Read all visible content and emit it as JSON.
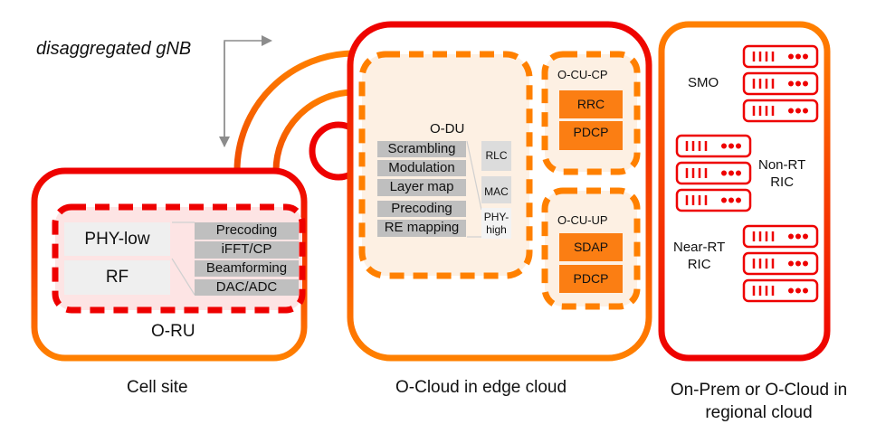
{
  "colors": {
    "red": "#ee0000",
    "orange": "#ff8000",
    "orange_fill": "#fb7e13",
    "gray_fill": "#bfbfbf",
    "light_gray_fill": "#efefef",
    "pink_fill": "#fde4e4",
    "peach_fill": "#fdf0e3",
    "arrow_gray": "#8c8c8c"
  },
  "annotation": {
    "label": "disaggregated gNB"
  },
  "cell_site": {
    "caption": "Cell site",
    "o_ru": {
      "label": "O-RU",
      "blocks": [
        "PHY-low",
        "RF"
      ],
      "functions": [
        "Precoding",
        "iFFT/CP",
        "Beamforming",
        "DAC/ADC"
      ]
    }
  },
  "edge_cloud": {
    "caption": "O-Cloud in edge cloud",
    "o_du": {
      "label": "O-DU",
      "functions": [
        "Scrambling",
        "Modulation",
        "Layer map",
        "Precoding",
        "RE mapping"
      ],
      "layers": [
        "RLC",
        "MAC",
        "PHY-\nhigh"
      ]
    },
    "o_cu_cp": {
      "label": "O-CU-CP",
      "blocks": [
        "RRC",
        "PDCP"
      ]
    },
    "o_cu_up": {
      "label": "O-CU-UP",
      "blocks": [
        "SDAP",
        "PDCP"
      ]
    }
  },
  "regional_cloud": {
    "caption_line1": "On-Prem or O-Cloud in",
    "caption_line2": "regional cloud",
    "groups": [
      {
        "label": "SMO",
        "servers": 3
      },
      {
        "label_line1": "Non-RT",
        "label_line2": "RIC",
        "servers": 3
      },
      {
        "label_line1": "Near-RT",
        "label_line2": "RIC",
        "servers": 3
      }
    ]
  }
}
